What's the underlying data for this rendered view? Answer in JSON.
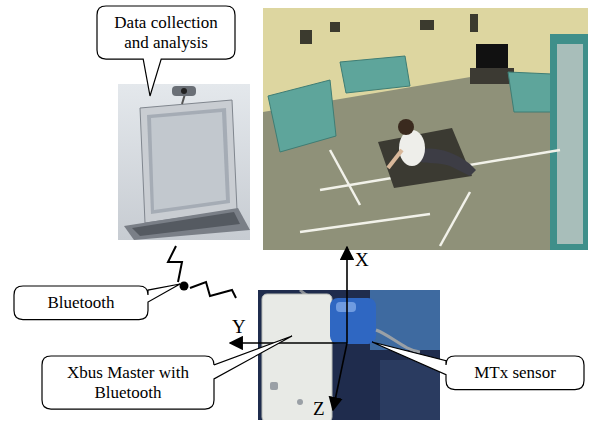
{
  "diagram": {
    "nodes": [
      {
        "text": [
          "Data collection and analysis"
        ]
      },
      {
        "text": [
          "Bluetooth"
        ]
      },
      {
        "text": [
          "Xbus Master with Bluetooth"
        ]
      },
      {
        "text": [
          "MTx sensor"
        ]
      }
    ],
    "labels": [
      "X",
      "Y",
      "Z"
    ]
  }
}
